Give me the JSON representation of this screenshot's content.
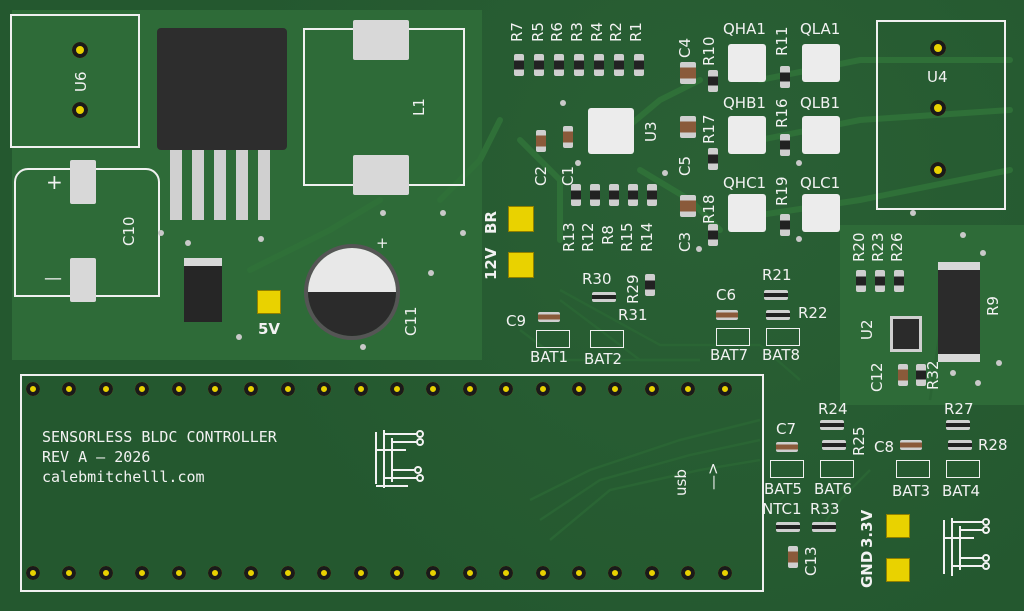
{
  "board": {
    "colors": {
      "solder_mask": "#24582f",
      "copper_pour": "#2e6b38",
      "silkscreen": "#f2f2f2",
      "pad": "#e9d200"
    }
  },
  "info": {
    "line1": "SENSORLESS BLDC CONTROLLER",
    "line2": "REV A — 2026",
    "line3": "calebmitchelll.com"
  },
  "labels": {
    "r7": "R7",
    "r5": "R5",
    "r6": "R6",
    "r3": "R3",
    "r4": "R4",
    "r2": "R2",
    "r1": "R1",
    "c4": "C4",
    "r10": "R10",
    "qha1": "QHA1",
    "r11": "R11",
    "qla1": "QLA1",
    "u3": "U3",
    "c2": "C2",
    "c1": "C1",
    "r17": "R17",
    "qhb1": "QHB1",
    "r16": "R16",
    "qlb1": "QLB1",
    "c5": "C5",
    "r13": "R13",
    "r12": "R12",
    "r8": "R8",
    "r15": "R15",
    "r14": "R14",
    "r18": "R18",
    "qhc1": "QHC1",
    "r19": "R19",
    "qlc1": "QLC1",
    "c3": "C3",
    "u6": "U6",
    "l1": "L1",
    "c10": "C10",
    "c11": "C11",
    "u4": "U4",
    "br": "BR",
    "v12": "12V",
    "v5": "5V",
    "c9": "C9",
    "r30": "R30",
    "r29": "R29",
    "r31": "R31",
    "bat1": "BAT1",
    "bat2": "BAT2",
    "r21": "R21",
    "c6": "C6",
    "r22": "R22",
    "bat7": "BAT7",
    "bat8": "BAT8",
    "r20": "R20",
    "r23": "R23",
    "r26": "R26",
    "r9": "R9",
    "u2": "U2",
    "c12": "C12",
    "r32": "R32",
    "r24": "R24",
    "c7": "C7",
    "r25": "R25",
    "c8": "C8",
    "r27": "R27",
    "r28": "R28",
    "bat5": "BAT5",
    "bat6": "BAT6",
    "bat3": "BAT3",
    "bat4": "BAT4",
    "ntc1": "NTC1",
    "r33": "R33",
    "c13": "C13",
    "usb": "usb",
    "usb_arrow": "—>",
    "gnd": "GND",
    "v33": "3.3V",
    "plus": "+",
    "minus": "—"
  }
}
